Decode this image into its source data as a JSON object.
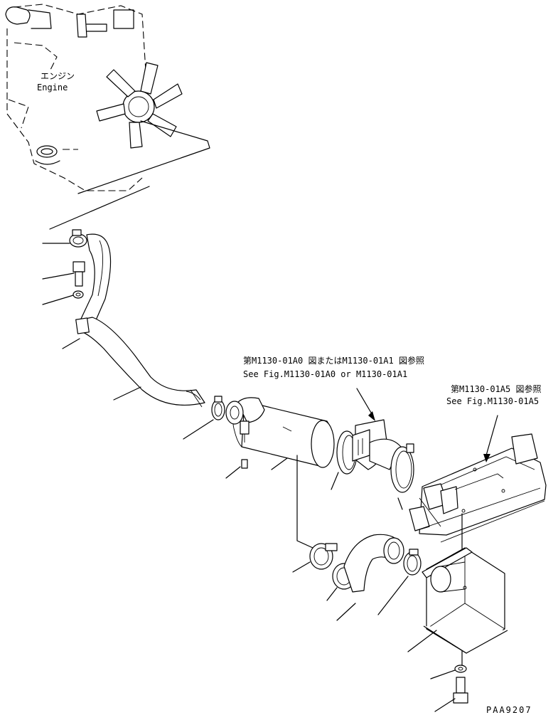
{
  "labels": {
    "engine_jp": "エンジン",
    "engine_en": "Engine",
    "ref1_jp": "第M1130-01A0 図またはM1130-01A1 図参照",
    "ref1_en": "See Fig.M1130-01A0 or M1130-01A1",
    "ref2_jp": "第M1130-01A5 図参照",
    "ref2_en": "See Fig.M1130-01A5",
    "drawing_code": "PAA9207"
  }
}
